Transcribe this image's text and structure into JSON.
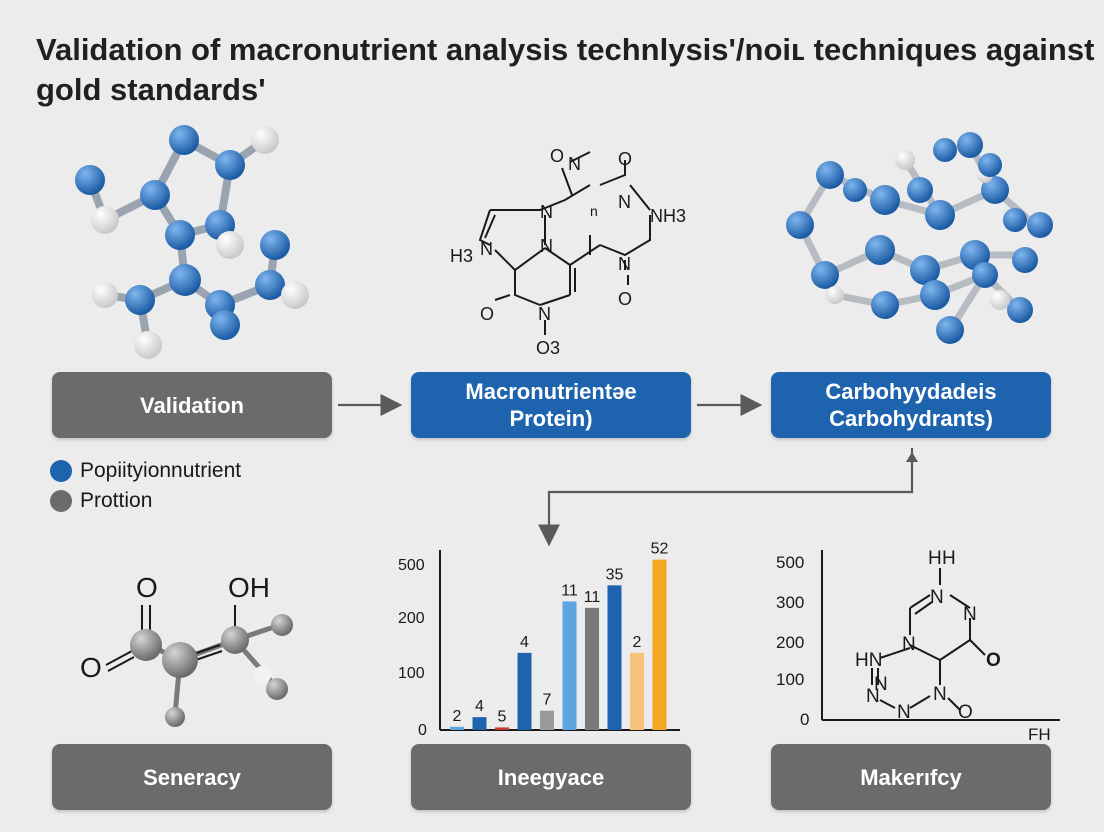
{
  "title": "Validation of macronutrient analysis technlysis'/noiʟ techniques against gold standards'",
  "boxes": {
    "validation": "Validation",
    "macronutrient_line1": "Macronutrientǝe",
    "macronutrient_line2": "Protein)",
    "carbohydrate_line1": "Carbohyydadeis",
    "carbohydrate_line2": "Carbohydrants)",
    "seneracy": "Seneracy",
    "ineegyace": "Ineegyace",
    "makerfcy": "Makerıfcy"
  },
  "legend": [
    {
      "label": "Popiityionnutrient",
      "color": "#1e63ad"
    },
    {
      "label": "Prottion",
      "color": "#6b6b6b"
    }
  ],
  "colors": {
    "blue": "#1e63ad",
    "gray": "#6b6b6b",
    "orange": "#f5a623",
    "red": "#c0392b",
    "light_blue": "#5da5e0"
  },
  "structure_center": {
    "labels": [
      "O",
      "N",
      "O",
      "N",
      "NH3",
      "H3",
      "N",
      "N",
      "N",
      "N",
      "O",
      "O",
      "N",
      "O3",
      "n"
    ]
  },
  "structure_right": {
    "labels": [
      "H",
      "H",
      "N",
      "N",
      "N",
      "HN",
      "N",
      "O",
      "N",
      "N",
      "N",
      "O"
    ],
    "axis_ticks": [
      "500",
      "300",
      "200",
      "100",
      "0"
    ],
    "x_label": "FH"
  },
  "structure_bottom_left": {
    "labels": [
      "O",
      "OH",
      "O"
    ]
  },
  "chart_data": {
    "type": "bar",
    "y_tick_labels": [
      "500",
      "200",
      "100",
      "0"
    ],
    "bars": [
      {
        "label": "2",
        "value": 10,
        "color": "#5da5e0"
      },
      {
        "label": "4",
        "value": 40,
        "color": "#1e63ad"
      },
      {
        "label": "5",
        "value": 8,
        "color": "#c0392b"
      },
      {
        "label": "4",
        "value": 240,
        "color": "#1e63ad"
      },
      {
        "label": "7",
        "value": 60,
        "color": "#9a9a9a"
      },
      {
        "label": "11",
        "value": 400,
        "color": "#5da5e0"
      },
      {
        "label": "11",
        "value": 380,
        "color": "#7a7a7a"
      },
      {
        "label": "35",
        "value": 450,
        "color": "#1e63ad"
      },
      {
        "label": "2",
        "value": 240,
        "color": "#f8c27a"
      },
      {
        "label": "52",
        "value": 530,
        "color": "#f5a623"
      }
    ]
  }
}
